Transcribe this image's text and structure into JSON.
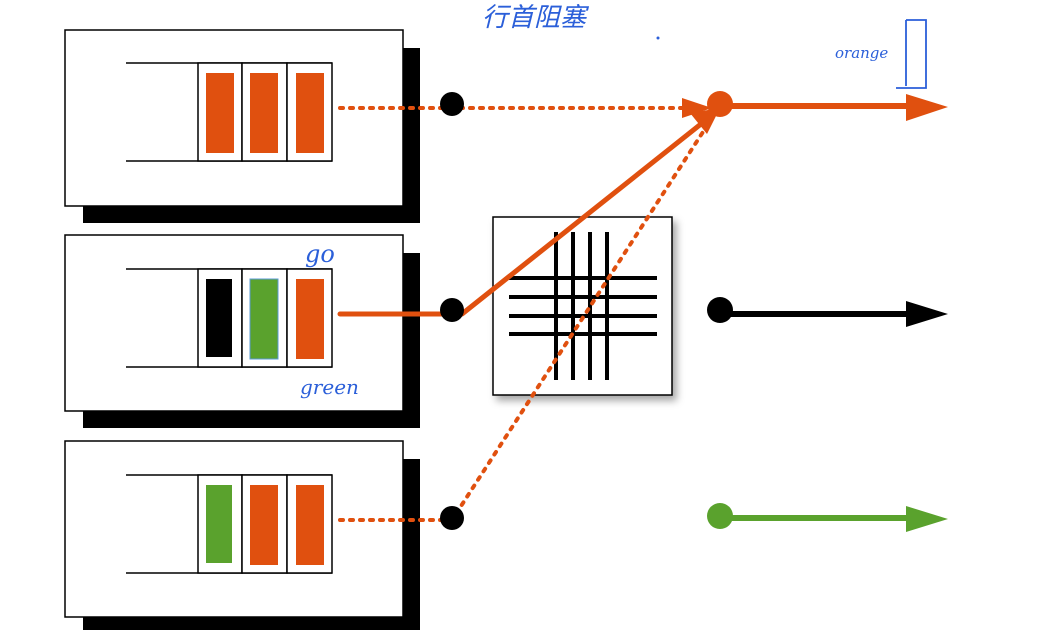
{
  "title": "行首阻塞",
  "labels": {
    "go": "go",
    "green": "green",
    "orange": "orange"
  },
  "colors": {
    "orange": "#e0500f",
    "green": "#5aa22d",
    "black": "#000000",
    "handwriting": "#2b5fd9"
  },
  "input_ports": [
    {
      "queue": [
        "orange",
        "orange",
        "orange"
      ]
    },
    {
      "queue": [
        "black",
        "green",
        "orange"
      ]
    },
    {
      "queue": [
        "green",
        "orange",
        "orange"
      ]
    }
  ],
  "output_ports": [
    "orange",
    "black",
    "green"
  ]
}
